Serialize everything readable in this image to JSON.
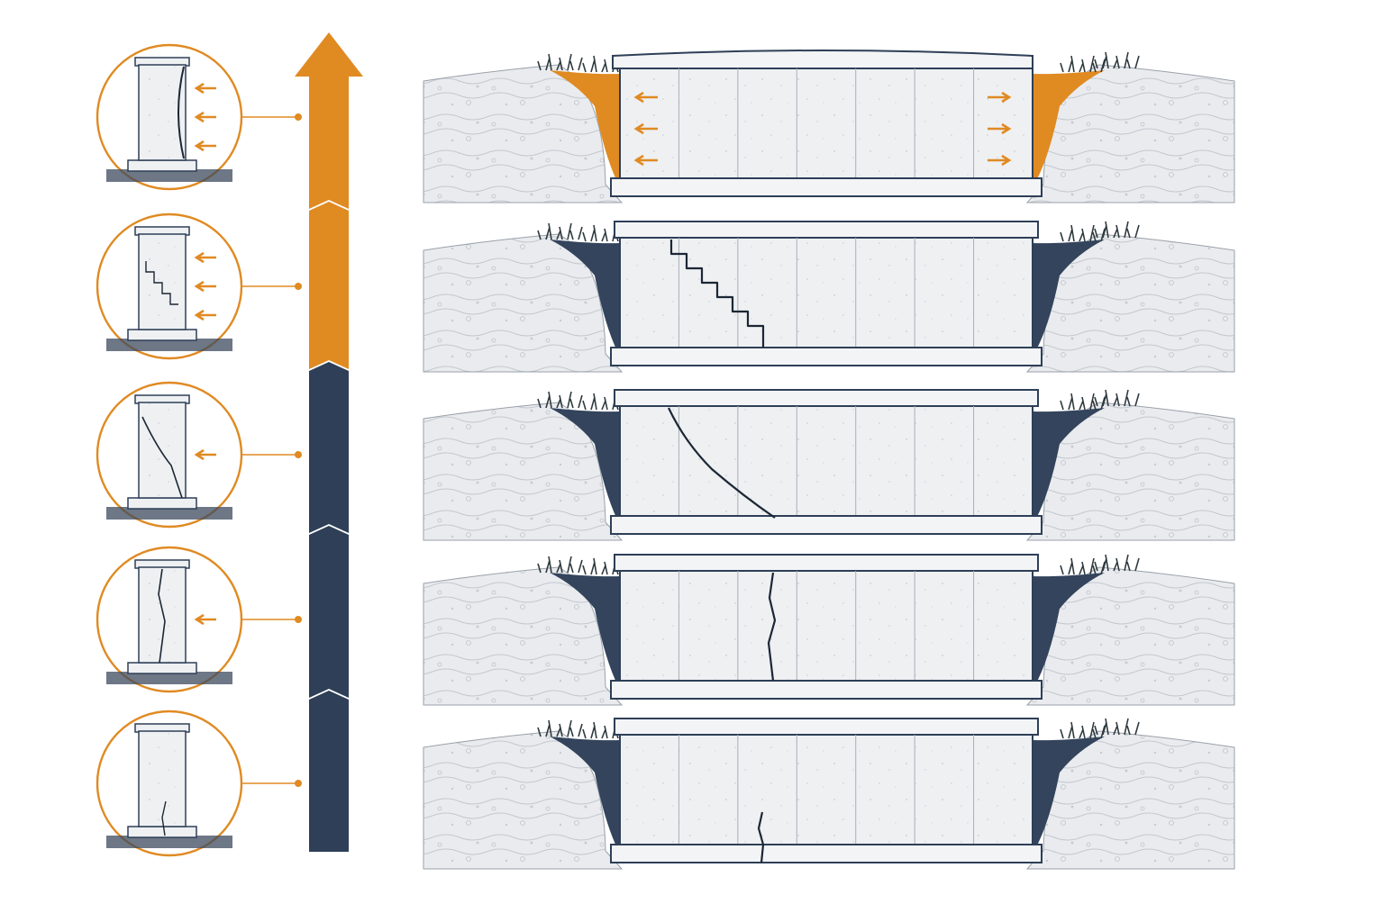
{
  "colors": {
    "orange": "#E08A22",
    "navy": "#2E3F57",
    "concrete": "#EEF0F2",
    "soil": "#E6E8EB",
    "soil_line": "#B9BEC6",
    "dark_void": "#33445C",
    "grass": "#2F3A3F",
    "outline": "#2E3F57",
    "background": "#FFFFFF"
  },
  "progression_arrow": {
    "icon": "up-arrow-icon",
    "segments": [
      {
        "color": "orange"
      },
      {
        "color": "orange"
      },
      {
        "color": "navy"
      },
      {
        "color": "navy"
      },
      {
        "color": "navy"
      }
    ]
  },
  "stages": [
    {
      "crack": "bowing",
      "pressure_arrows": 3,
      "panel_pressure": true,
      "highlight": "orange"
    },
    {
      "crack": "stair-step",
      "pressure_arrows": 3,
      "panel_pressure": false,
      "highlight": "orange"
    },
    {
      "crack": "diagonal",
      "pressure_arrows": 1,
      "panel_pressure": false,
      "highlight": "navy"
    },
    {
      "crack": "vertical",
      "pressure_arrows": 1,
      "panel_pressure": false,
      "highlight": "navy"
    },
    {
      "crack": "hairline",
      "pressure_arrows": 0,
      "panel_pressure": false,
      "highlight": "navy"
    }
  ]
}
